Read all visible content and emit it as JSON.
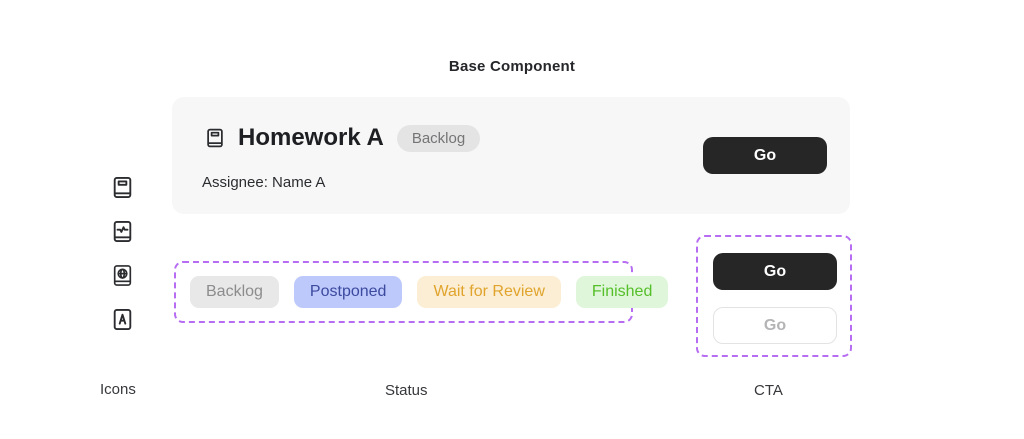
{
  "page": {
    "title": "Base Component"
  },
  "card": {
    "icon": "book-icon",
    "title": "Homework A",
    "badge": "Backlog",
    "assignee": "Assignee: Name A",
    "cta_label": "Go"
  },
  "icons": {
    "section_label": "Icons",
    "items": [
      {
        "name": "book-icon"
      },
      {
        "name": "activity-book-icon"
      },
      {
        "name": "globe-book-icon"
      },
      {
        "name": "letter-a-book-icon"
      }
    ]
  },
  "status": {
    "section_label": "Status",
    "badges": [
      {
        "label": "Backlog",
        "bg": "#e8e8e8",
        "fg": "#8c8c8e"
      },
      {
        "label": "Postponed",
        "bg": "#bec9fb",
        "fg": "#3b4a9f"
      },
      {
        "label": "Wait for Review",
        "bg": "#fceed4",
        "fg": "#e0a42d"
      },
      {
        "label": "Finished",
        "bg": "#dff6da",
        "fg": "#55bf2a"
      }
    ]
  },
  "cta": {
    "section_label": "CTA",
    "primary_label": "Go",
    "disabled_label": "Go"
  },
  "colors": {
    "card_background": "#f7f7f8",
    "primary_button": "#262626",
    "dashed_border": "#b76df2",
    "card_badge_bg": "#e4e4e5",
    "card_badge_fg": "#757577"
  }
}
